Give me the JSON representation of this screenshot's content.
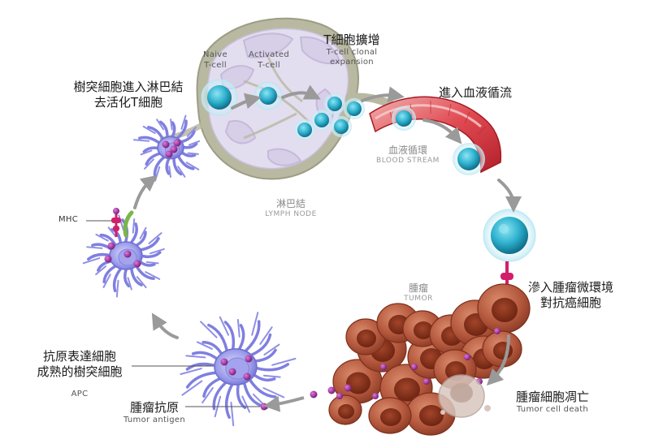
{
  "labels": {
    "dc_enter_lymph_line1": "樹突細胞進入淋巴結",
    "dc_enter_lymph_line2": "去活化T細胞",
    "naive_line1": "Naive",
    "naive_line2": "T-cell",
    "activated_line1": "Activated",
    "activated_line2": "T-cell",
    "tcell_expansion_zh": "T細胞擴增",
    "tcell_expansion_en_line1": "T-cell clonal",
    "tcell_expansion_en_line2": "expansion",
    "enter_blood": "進入血液循流",
    "blood_stream_zh": "血液循環",
    "blood_stream_en": "BLOOD STREAM",
    "lymph_node_zh": "淋巴結",
    "lymph_node_en": "LYMPH NODE",
    "mhc": "MHC",
    "infiltrate_line1": "滲入腫瘤微環境",
    "infiltrate_line2": "對抗癌細胞",
    "tumor_zh": "腫瘤",
    "tumor_en": "TUMOR",
    "apc_line1": "抗原表達細胞",
    "apc_line2": "成熟的樹突細胞",
    "apc_en": "APC",
    "tumor_antigen_zh": "腫瘤抗原",
    "tumor_antigen_en": "Tumor antigen",
    "tumor_death_zh": "腫瘤細胞凋亡",
    "tumor_death_en": "Tumor cell death"
  },
  "colors": {
    "tcell": "#2fb3cf",
    "tcell_dark": "#0f7e9b",
    "dendritic": "#7f7fe0",
    "dendritic_light": "#c4c4f4",
    "antigen": "#8e2a8e",
    "tumor": "#b5593e",
    "tumor_nucleus": "#7d2f1c",
    "lymph_node": "#b9b9a2",
    "lymph_node_inner": "#e3ddf0",
    "blood_vessel": "#d9333d",
    "arrow": "#9a9a9a",
    "mhc": "#d0206a",
    "receptor_green": "#7ab648"
  }
}
